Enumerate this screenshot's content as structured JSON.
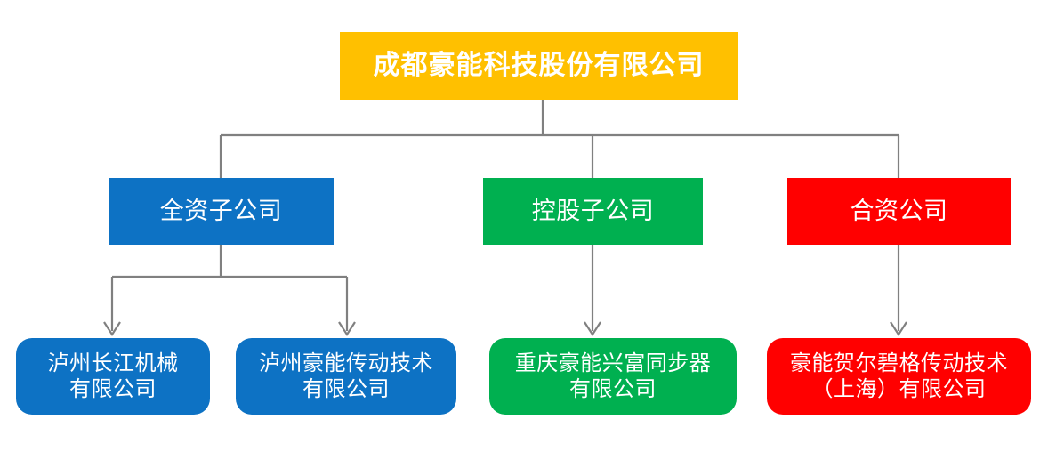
{
  "chart_data": {
    "type": "diagram",
    "diagram_type": "organizational-hierarchy-tree",
    "title": "成都豪能科技股份有限公司",
    "colors": {
      "root": "#FFC000",
      "wholly_owned": "#0D72C4",
      "holding": "#00B050",
      "joint_venture": "#FF0000",
      "connector": "#808080",
      "text": "#FFFFFF",
      "background": "#FFFFFF"
    },
    "levels": 3,
    "nodes": [
      {
        "id": "root",
        "label": "成都豪能科技股份有限公司",
        "level": 1,
        "color": "#FFC000",
        "shape": "rectangle",
        "parent": null
      },
      {
        "id": "wholly",
        "label": "全资子公司",
        "level": 2,
        "color": "#0D72C4",
        "shape": "rectangle",
        "parent": "root"
      },
      {
        "id": "holding",
        "label": "控股子公司",
        "level": 2,
        "color": "#00B050",
        "shape": "rectangle",
        "parent": "root"
      },
      {
        "id": "jv",
        "label": "合资公司",
        "level": 2,
        "color": "#FF0000",
        "shape": "rectangle",
        "parent": "root"
      },
      {
        "id": "changjiang",
        "label": "泸州长江机械有限公司",
        "level": 3,
        "color": "#0D72C4",
        "shape": "rounded-rectangle",
        "parent": "wholly"
      },
      {
        "id": "haoneng-chuandong",
        "label": "泸州豪能传动技术有限公司",
        "level": 3,
        "color": "#0D72C4",
        "shape": "rounded-rectangle",
        "parent": "wholly"
      },
      {
        "id": "xingfu",
        "label": "重庆豪能兴富同步器有限公司",
        "level": 3,
        "color": "#00B050",
        "shape": "rounded-rectangle",
        "parent": "holding"
      },
      {
        "id": "hoerbiger",
        "label": "豪能贺尔碧格传动技术（上海）有限公司",
        "level": 3,
        "color": "#FF0000",
        "shape": "rounded-rectangle",
        "parent": "jv"
      }
    ],
    "edges": [
      {
        "from": "root",
        "to": "wholly",
        "arrow": false
      },
      {
        "from": "root",
        "to": "holding",
        "arrow": false
      },
      {
        "from": "root",
        "to": "jv",
        "arrow": false
      },
      {
        "from": "wholly",
        "to": "changjiang",
        "arrow": true
      },
      {
        "from": "wholly",
        "to": "haoneng-chuandong",
        "arrow": true
      },
      {
        "from": "holding",
        "to": "xingfu",
        "arrow": true
      },
      {
        "from": "jv",
        "to": "hoerbiger",
        "arrow": true
      }
    ]
  },
  "root": {
    "label": "成都豪能科技股份有限公司"
  },
  "categories": {
    "wholly_owned": {
      "label": "全资子公司"
    },
    "holding": {
      "label": "控股子公司"
    },
    "joint_venture": {
      "label": "合资公司"
    }
  },
  "subsidiaries": {
    "changjiang": {
      "label": "泸州长江机械\n有限公司"
    },
    "haoneng_chuandong": {
      "label": "泸州豪能传动技术\n有限公司"
    },
    "xingfu": {
      "label": "重庆豪能兴富同步器\n有限公司"
    },
    "hoerbiger": {
      "label": "豪能贺尔碧格传动技术\n（上海）有限公司"
    }
  }
}
